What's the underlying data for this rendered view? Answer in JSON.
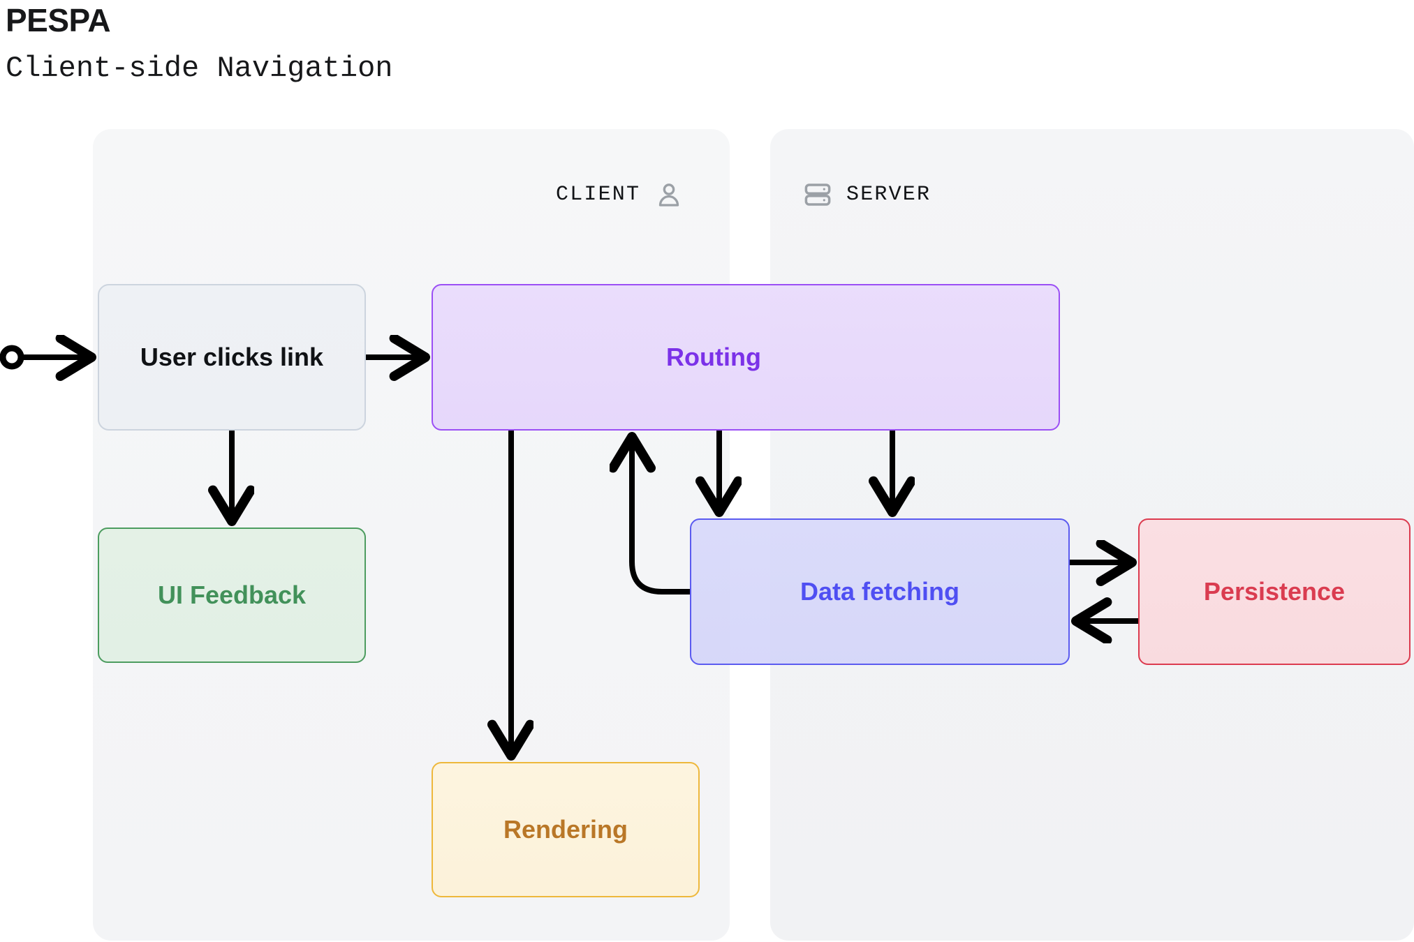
{
  "header": {
    "title": "PESPA",
    "subtitle": "Client-side Navigation"
  },
  "lanes": [
    {
      "id": "client",
      "label": "CLIENT",
      "icon": "user-icon",
      "icon_side": "right"
    },
    {
      "id": "server",
      "label": "SERVER",
      "icon": "server-icon",
      "icon_side": "left"
    }
  ],
  "nodes": [
    {
      "id": "user-clicks-link",
      "label": "User clicks link",
      "lane": "client",
      "color": "#101215",
      "border": "#ccd4de",
      "fill": "#eef1f5"
    },
    {
      "id": "ui-feedback",
      "label": "UI Feedback",
      "lane": "client",
      "color": "#42915a",
      "border": "#4c9c5f",
      "fill": "#e4f1e6"
    },
    {
      "id": "rendering",
      "label": "Rendering",
      "lane": "client",
      "color": "#b97727",
      "border": "#eeb83c",
      "fill": "#fdf4df"
    },
    {
      "id": "routing",
      "label": "Routing",
      "lane": "both",
      "color": "#7b31e8",
      "border": "#9b4ff5",
      "fill": "#e9dbfc"
    },
    {
      "id": "data-fetching",
      "label": "Data fetching",
      "lane": "both",
      "color": "#4f4ff2",
      "border": "#5b5bf0",
      "fill": "#d8d9fa"
    },
    {
      "id": "persistence",
      "label": "Persistence",
      "lane": "server",
      "color": "#da3c50",
      "border": "#dc3b4f",
      "fill": "#fadfe3"
    }
  ],
  "edges": [
    {
      "id": "start-to-user-clicks-link",
      "from": "start",
      "to": "user-clicks-link",
      "type": "start-dot"
    },
    {
      "id": "user-clicks-link-to-routing",
      "from": "user-clicks-link",
      "to": "routing",
      "type": "straight"
    },
    {
      "id": "user-clicks-link-to-ui-feedback",
      "from": "user-clicks-link",
      "to": "ui-feedback",
      "type": "straight"
    },
    {
      "id": "routing-to-rendering",
      "from": "routing",
      "to": "rendering",
      "type": "straight"
    },
    {
      "id": "routing-to-data-fetching-a",
      "from": "routing",
      "to": "data-fetching",
      "type": "straight"
    },
    {
      "id": "routing-to-data-fetching-b",
      "from": "routing",
      "to": "data-fetching",
      "type": "straight"
    },
    {
      "id": "data-fetching-to-routing",
      "from": "data-fetching",
      "to": "routing",
      "type": "curved"
    },
    {
      "id": "data-fetching-to-persistence",
      "from": "data-fetching",
      "to": "persistence",
      "type": "straight"
    },
    {
      "id": "persistence-to-data-fetching",
      "from": "persistence",
      "to": "data-fetching",
      "type": "straight"
    }
  ],
  "style": {
    "edge_color": "#000000",
    "lane_background": "#f4f5f7",
    "page_background": "#ffffff"
  }
}
